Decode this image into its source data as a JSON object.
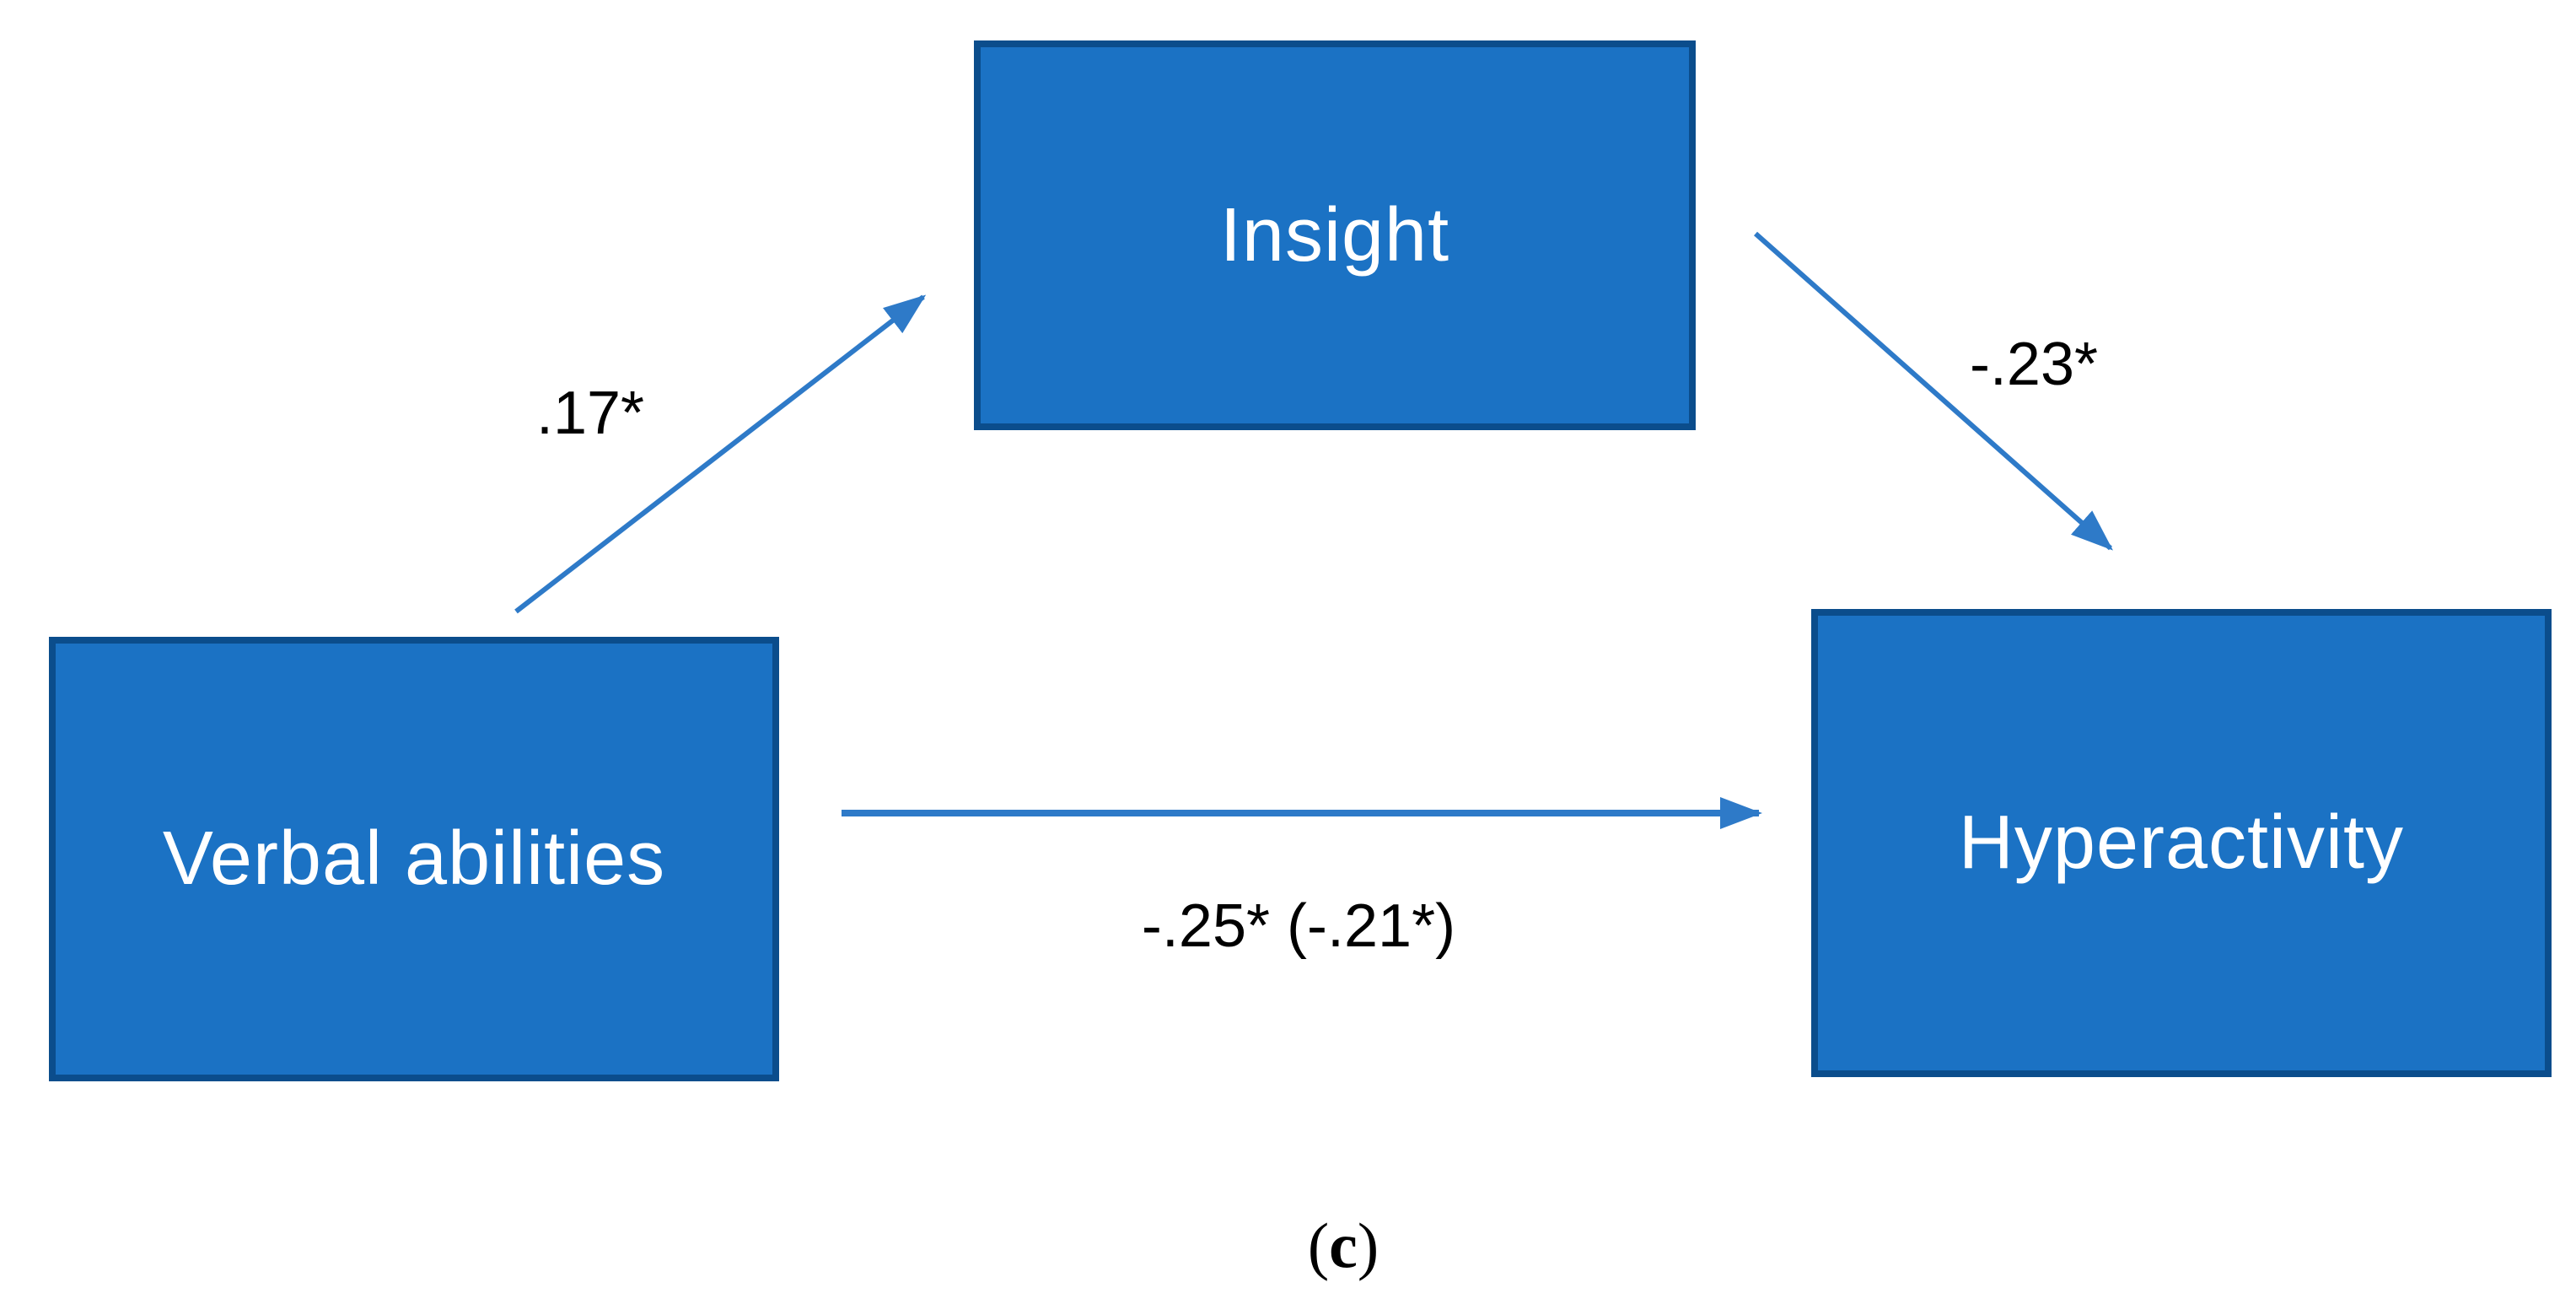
{
  "diagram": {
    "type": "mediation-path-model",
    "nodes": {
      "insight": {
        "label": "Insight"
      },
      "verbal": {
        "label": "Verbal abilities"
      },
      "hyperactivity": {
        "label": "Hyperactivity"
      }
    },
    "paths": {
      "verbal_to_insight": {
        "from": "Verbal abilities",
        "to": "Insight",
        "coefficient": ".17*"
      },
      "insight_to_hyperactivity": {
        "from": "Insight",
        "to": "Hyperactivity",
        "coefficient": "-.23*"
      },
      "verbal_to_hyperactivity": {
        "from": "Verbal abilities",
        "to": "Hyperactivity",
        "coefficient": "-.25* (-.21*)"
      }
    },
    "caption": {
      "full": "(c)",
      "open": "(",
      "letter": "c",
      "close": ")"
    },
    "colors": {
      "node_fill": "#1B72C4",
      "node_border": "#0B4D8C",
      "node_text": "#FFFFFF",
      "arrow": "#2E7AC8",
      "label_text": "#000000"
    }
  }
}
